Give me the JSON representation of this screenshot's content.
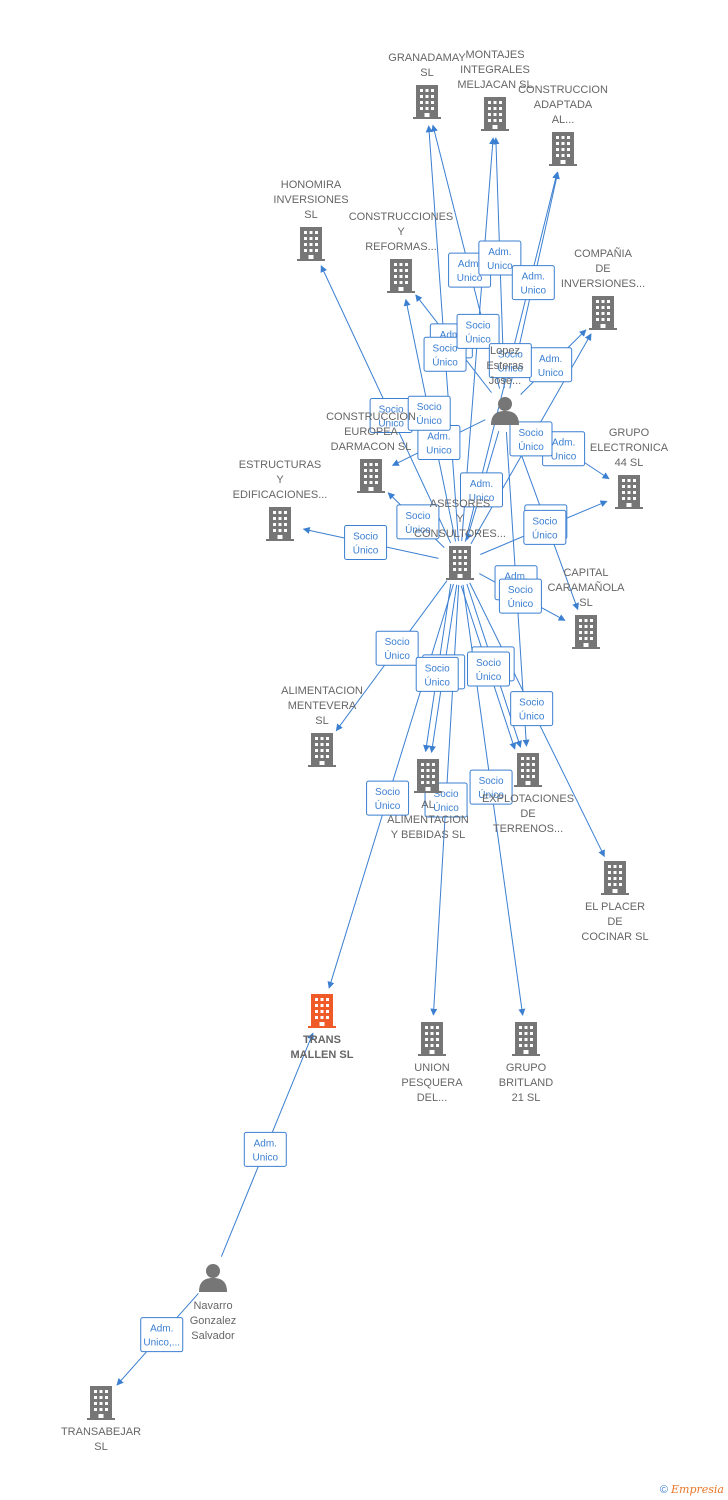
{
  "colors": {
    "edge": "#3b7fd1",
    "building": "#767676",
    "highlight": "#f05a28",
    "person": "#767676"
  },
  "nodes": [
    {
      "id": "granadamay",
      "type": "company",
      "icon": "building-icon",
      "label": [
        "GRANADAMAY",
        "SL"
      ]
    },
    {
      "id": "montajes",
      "type": "company",
      "icon": "building-icon",
      "label": [
        "MONTAJES",
        "INTEGRALES",
        "MELJACAN  SL"
      ]
    },
    {
      "id": "construccion_adaptada",
      "type": "company",
      "icon": "building-icon",
      "label": [
        "CONSTRUCCION",
        "ADAPTADA",
        "AL..."
      ]
    },
    {
      "id": "honomira",
      "type": "company",
      "icon": "building-icon",
      "label": [
        "HONOMIRA",
        "INVERSIONES",
        "SL"
      ]
    },
    {
      "id": "construcciones_reformas",
      "type": "company",
      "icon": "building-icon",
      "label": [
        "CONSTRUCCIONES",
        "Y",
        "REFORMAS..."
      ]
    },
    {
      "id": "compania",
      "type": "company",
      "icon": "building-icon",
      "label": [
        "COMPAÑIA",
        "DE",
        "INVERSIONES..."
      ]
    },
    {
      "id": "lopez",
      "type": "person",
      "icon": "person-icon",
      "label": [
        "Lopez",
        "Esteras",
        "Jose..."
      ]
    },
    {
      "id": "construccion_europea",
      "type": "company",
      "icon": "building-icon",
      "label": [
        "CONSTRUCCION",
        "EUROPEA",
        "DARMACON  SL"
      ]
    },
    {
      "id": "grupo_electronica",
      "type": "company",
      "icon": "building-icon",
      "label": [
        "GRUPO",
        "ELECTRONICA",
        "44  SL"
      ]
    },
    {
      "id": "estructuras",
      "type": "company",
      "icon": "building-icon",
      "label": [
        "ESTRUCTURAS",
        "Y",
        "EDIFICACIONES..."
      ]
    },
    {
      "id": "asesores",
      "type": "company",
      "icon": "building-icon",
      "label": [
        "ASESORES",
        "Y",
        "CONSULTORES..."
      ]
    },
    {
      "id": "capital",
      "type": "company",
      "icon": "building-icon",
      "label": [
        "CAPITAL",
        "CARAMAÑOLA",
        "SL"
      ]
    },
    {
      "id": "mentevera",
      "type": "company",
      "icon": "building-icon",
      "label": [
        "ALIMENTACION",
        "MENTEVERA",
        "SL"
      ]
    },
    {
      "id": "alimentacion_bebidas",
      "type": "company",
      "icon": "building-icon",
      "label": [
        "AL",
        "ALIMENTACION",
        "Y BEBIDAS  SL"
      ]
    },
    {
      "id": "explotaciones",
      "type": "company",
      "icon": "building-icon",
      "label": [
        "EXPLOTACIONES",
        "DE",
        "TERRENOS..."
      ]
    },
    {
      "id": "el_placer",
      "type": "company",
      "icon": "building-icon",
      "label": [
        "EL PLACER",
        "DE",
        "COCINAR  SL"
      ]
    },
    {
      "id": "trans_mallen",
      "type": "company",
      "icon": "building-icon",
      "highlight": true,
      "label": [
        "TRANS",
        "MALLEN  SL"
      ]
    },
    {
      "id": "union_pesquera",
      "type": "company",
      "icon": "building-icon",
      "label": [
        "UNION",
        "PESQUERA",
        "DEL..."
      ]
    },
    {
      "id": "grupo_britland",
      "type": "company",
      "icon": "building-icon",
      "label": [
        "GRUPO",
        "BRITLAND",
        "21  SL"
      ]
    },
    {
      "id": "navarro",
      "type": "person",
      "icon": "person-icon",
      "label": [
        "Navarro",
        "Gonzalez",
        "Salvador"
      ]
    },
    {
      "id": "transabejar",
      "type": "company",
      "icon": "building-icon",
      "label": [
        "TRANSABEJAR",
        "SL"
      ]
    }
  ],
  "edges": [
    {
      "from": "lopez",
      "to": "granadamay",
      "label": [
        "Adm.",
        "Unico"
      ]
    },
    {
      "from": "lopez",
      "to": "montajes",
      "label": [
        "Adm.",
        "Unico"
      ]
    },
    {
      "from": "lopez",
      "to": "construccion_adaptada",
      "label": [
        "Adm.",
        "Unico"
      ]
    },
    {
      "from": "lopez",
      "to": "compania",
      "label": [
        "Adm.",
        "Unico"
      ]
    },
    {
      "from": "lopez",
      "to": "construcciones_reformas",
      "label": [
        "Adm.",
        "Unico"
      ]
    },
    {
      "from": "lopez",
      "to": "construccion_europea",
      "label": [
        "Adm.",
        "Unico"
      ]
    },
    {
      "from": "lopez",
      "to": "grupo_electronica",
      "label": [
        "Adm.",
        "Unico"
      ]
    },
    {
      "from": "lopez",
      "to": "asesores",
      "label": [
        "Adm.",
        "Unico"
      ]
    },
    {
      "from": "lopez",
      "to": "capital",
      "label": [
        "Adm.",
        "Unico"
      ]
    },
    {
      "from": "lopez",
      "to": "explotaciones",
      "label": [
        "Adm.",
        "Unico"
      ]
    },
    {
      "from": "asesores",
      "to": "granadamay",
      "label": [
        "Socio",
        "Único"
      ]
    },
    {
      "from": "asesores",
      "to": "montajes",
      "label": [
        "Socio",
        "Único"
      ]
    },
    {
      "from": "asesores",
      "to": "construccion_adaptada",
      "label": [
        "Socio",
        "Único"
      ]
    },
    {
      "from": "asesores",
      "to": "honomira",
      "label": [
        "Socio",
        "Único"
      ]
    },
    {
      "from": "asesores",
      "to": "construcciones_reformas",
      "label": [
        "Socio",
        "Único"
      ]
    },
    {
      "from": "asesores",
      "to": "compania",
      "label": [
        "Socio",
        "Único"
      ]
    },
    {
      "from": "asesores",
      "to": "construccion_europea",
      "label": [
        "Socio",
        "Único"
      ]
    },
    {
      "from": "asesores",
      "to": "estructuras",
      "label": [
        "Socio",
        "Único"
      ]
    },
    {
      "from": "asesores",
      "to": "grupo_electronica",
      "label": [
        "Socio",
        "Único"
      ]
    },
    {
      "from": "asesores",
      "to": "capital",
      "label": [
        "Socio",
        "Único"
      ]
    },
    {
      "from": "asesores",
      "to": "mentevera",
      "label": [
        "Socio",
        "Único"
      ]
    },
    {
      "from": "asesores",
      "to": "alimentacion_bebidas",
      "label": [
        "Adm.",
        "Unico"
      ]
    },
    {
      "from": "asesores",
      "to": "explotaciones",
      "label": [
        "Adm.",
        "Unico"
      ]
    },
    {
      "from": "asesores",
      "to": "el_placer",
      "label": [
        "Socio",
        "Único"
      ]
    },
    {
      "from": "asesores",
      "to": "trans_mallen",
      "label": [
        "Socio",
        "Único"
      ]
    },
    {
      "from": "asesores",
      "to": "union_pesquera",
      "label": [
        "Socio",
        "Único"
      ]
    },
    {
      "from": "asesores",
      "to": "grupo_britland",
      "label": [
        "Socio",
        "Único"
      ]
    },
    {
      "from": "asesores",
      "to": "alimentacion_bebidas",
      "label": [
        "Socio",
        "Único"
      ]
    },
    {
      "from": "asesores",
      "to": "explotaciones",
      "label": [
        "Socio",
        "Único"
      ]
    },
    {
      "from": "navarro",
      "to": "trans_mallen",
      "label": [
        "Adm.",
        "Unico"
      ]
    },
    {
      "from": "navarro",
      "to": "transabejar",
      "label": [
        "Adm.",
        "Unico,..."
      ]
    }
  ],
  "footer": {
    "copyright": "©",
    "brand": "Empresia"
  }
}
